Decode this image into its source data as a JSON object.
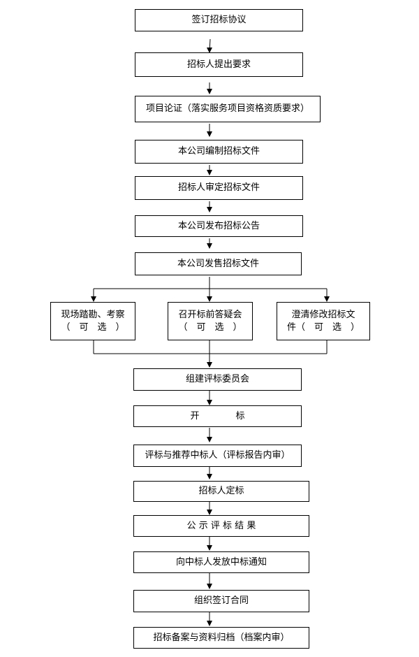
{
  "diagram": {
    "nodes": [
      {
        "id": "n1",
        "text": "签订招标协议"
      },
      {
        "id": "n2",
        "text": "招标人提出要求"
      },
      {
        "id": "n3",
        "text": "项目论证（落实服务项目资格资质要求）"
      },
      {
        "id": "n4",
        "text": "本公司编制招标文件"
      },
      {
        "id": "n5",
        "text": "招标人审定招标文件"
      },
      {
        "id": "n6",
        "text": "本公司发布招标公告"
      },
      {
        "id": "n7",
        "text": "本公司发售招标文件"
      },
      {
        "id": "b1",
        "text": "现场踏勘、考察\n（　可　选　）"
      },
      {
        "id": "b2",
        "text": "召开标前答疑会\n（　可　选　）"
      },
      {
        "id": "b3",
        "text": "澄清修改招标文\n件（　可　选　）"
      },
      {
        "id": "n8",
        "text": "组建评标委员会"
      },
      {
        "id": "n9",
        "text": "开　　　　标"
      },
      {
        "id": "n10",
        "text": "评标与推荐中标人（评标报告内审）"
      },
      {
        "id": "n11",
        "text": "招标人定标"
      },
      {
        "id": "n12",
        "text": "公 示 评 标 结 果"
      },
      {
        "id": "n13",
        "text": "向中标人发放中标通知"
      },
      {
        "id": "n14",
        "text": "组织签订合同"
      },
      {
        "id": "n15",
        "text": "招标备案与资料归档（档案内审）"
      }
    ]
  }
}
